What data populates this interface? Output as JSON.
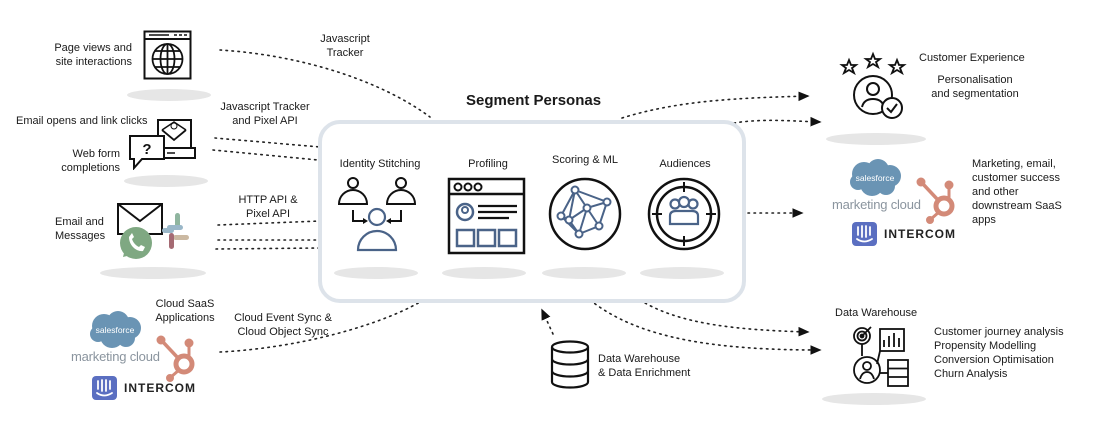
{
  "title": "Segment Personas",
  "sources": {
    "page_views": "Page views and\nsite interactions",
    "email_opens": "Email opens and link clicks",
    "web_form": "Web form\ncompletions",
    "email_messages": "Email and\nMessages",
    "cloud_saas": "Cloud SaaS\nApplications"
  },
  "connectors": {
    "js_tracker": "Javascript\nTracker",
    "js_tracker_pixel": "Javascript Tracker\nand Pixel API",
    "http_pixel": "HTTP API &\nPixel API",
    "cloud_sync": "Cloud Event Sync &\nCloud Object Sync"
  },
  "stages": [
    {
      "label": "Identity Stitching"
    },
    {
      "label": "Profiling"
    },
    {
      "label": "Scoring & ML"
    },
    {
      "label": "Audiences"
    }
  ],
  "enrichment": "Data Warehouse\n& Data Enrichment",
  "outputs": {
    "cx_title": "Customer Experience",
    "cx_desc": "Personalisation\nand segmentation",
    "saas_desc": "Marketing, email,\ncustomer success\nand other\ndownstream SaaS\napps",
    "dw_title": "Data Warehouse",
    "dw_desc": "Customer journey analysis\nPropensity Modelling\nConversion Optimisation\nChurn Analysis"
  },
  "brands": {
    "salesforce": "salesforce",
    "marketing_cloud": "marketing cloud",
    "intercom": "INTERCOM"
  },
  "colors": {
    "accent_blue": "#4a6388",
    "panel_border": "#dde3ea",
    "salesforce": "#6a94b4",
    "hubspot": "#d38a78",
    "intercom": "#5b6fc1"
  }
}
